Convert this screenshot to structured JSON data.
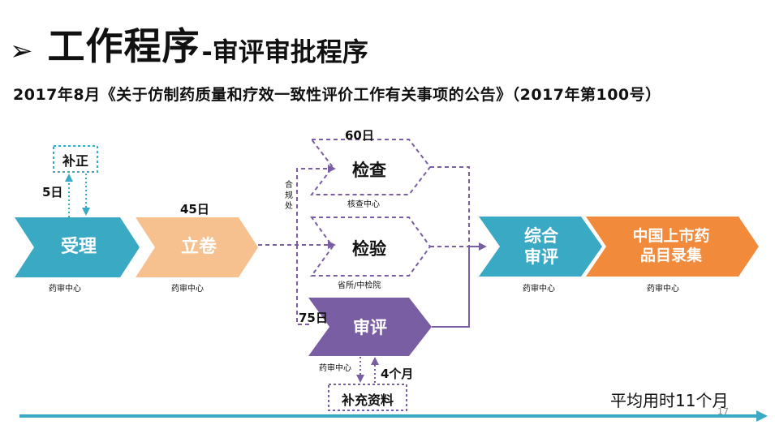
{
  "title": {
    "bullet": "➢",
    "main": "工作程序",
    "sub": "-审评审批程序"
  },
  "subtitle": "2017年8月《关于仿制药质量和疗效一致性评价工作有关事项的公告》（2017年第100号）",
  "steps": {
    "accept": {
      "label": "受理",
      "caption": "药审中心",
      "color": "#3aa9c4"
    },
    "file": {
      "label": "立卷",
      "caption": "药审中心",
      "time": "45日",
      "color": "#f7c08f"
    },
    "inspect": {
      "label": "检查",
      "caption": "核查中心",
      "time": "60日"
    },
    "test": {
      "label": "检验",
      "caption": "省所/中检院"
    },
    "review": {
      "label": "审评",
      "caption": "药审中心",
      "time": "75日",
      "color": "#7a5ea3"
    },
    "comprehensive": {
      "line1": "综合",
      "line2": "审评",
      "caption": "药审中心",
      "color": "#3aa9c4"
    },
    "catalog": {
      "line1": "中国上市药",
      "line2": "品目录集",
      "caption": "药审中心",
      "color": "#f28a3c"
    }
  },
  "correction": {
    "label": "补正",
    "time": "5日",
    "color": "#3aa9c4"
  },
  "compliance": "合规处",
  "supplement": {
    "label": "补充资料",
    "time": "4个月"
  },
  "average": "平均用时11个月",
  "page_number": "17",
  "colors": {
    "purple": "#7a5ea3",
    "teal": "#3aa9c4"
  }
}
